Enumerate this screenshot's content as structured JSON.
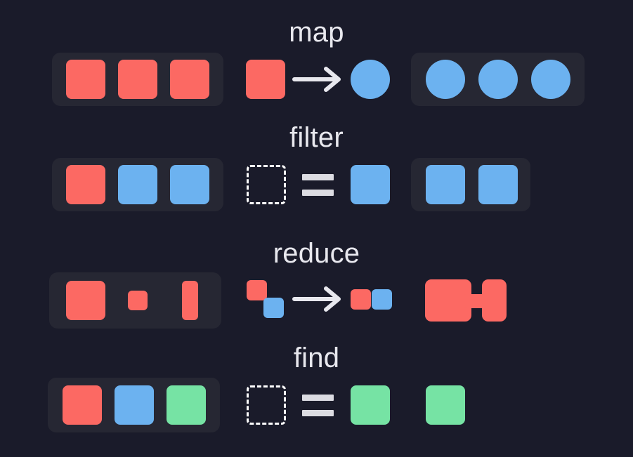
{
  "theme": {
    "background": "#1a1b2a",
    "panel": "#262733",
    "label_color": "#e8e8ee",
    "red": "#fc6963",
    "blue": "#6cb2f0",
    "green": "#76e3a4",
    "stroke": "#ffffff",
    "equals_color": "#dcdce2"
  },
  "diagram": {
    "title_present": false,
    "rows": [
      {
        "label": "map",
        "input": {
          "has_panel": true,
          "items": [
            {
              "shape": "square",
              "color": "#fc6963"
            },
            {
              "shape": "square",
              "color": "#fc6963"
            },
            {
              "shape": "square",
              "color": "#fc6963"
            }
          ]
        },
        "operation": {
          "type": "transform",
          "from": {
            "shape": "square",
            "color": "#fc6963"
          },
          "connector": "arrow-right",
          "to": {
            "shape": "circle",
            "color": "#6cb2f0"
          }
        },
        "output": {
          "has_panel": true,
          "items": [
            {
              "shape": "circle",
              "color": "#6cb2f0"
            },
            {
              "shape": "circle",
              "color": "#6cb2f0"
            },
            {
              "shape": "circle",
              "color": "#6cb2f0"
            }
          ]
        }
      },
      {
        "label": "filter",
        "input": {
          "has_panel": true,
          "items": [
            {
              "shape": "square",
              "color": "#fc6963"
            },
            {
              "shape": "square",
              "color": "#6cb2f0"
            },
            {
              "shape": "square",
              "color": "#6cb2f0"
            }
          ]
        },
        "operation": {
          "type": "predicate",
          "from": {
            "shape": "square-dashed",
            "color": "#ffffff"
          },
          "connector": "equals",
          "to": {
            "shape": "square",
            "color": "#6cb2f0"
          }
        },
        "output": {
          "has_panel": true,
          "items": [
            {
              "shape": "square",
              "color": "#6cb2f0"
            },
            {
              "shape": "square",
              "color": "#6cb2f0"
            }
          ]
        }
      },
      {
        "label": "reduce",
        "input": {
          "has_panel": true,
          "items": [
            {
              "shape": "square-large",
              "color": "#fc6963"
            },
            {
              "shape": "square-small",
              "color": "#fc6963"
            },
            {
              "shape": "rect-tall",
              "color": "#fc6963"
            }
          ]
        },
        "operation": {
          "type": "combine",
          "from": [
            {
              "shape": "square-small",
              "color": "#fc6963"
            },
            {
              "shape": "square-small",
              "color": "#6cb2f0"
            }
          ],
          "connector": "arrow-right",
          "to": [
            {
              "shape": "square-small",
              "color": "#fc6963"
            },
            {
              "shape": "square-small",
              "color": "#6cb2f0"
            }
          ]
        },
        "output": {
          "has_panel": false,
          "items": [
            {
              "shape": "merged-block",
              "color": "#fc6963"
            }
          ]
        }
      },
      {
        "label": "find",
        "input": {
          "has_panel": true,
          "items": [
            {
              "shape": "square",
              "color": "#fc6963"
            },
            {
              "shape": "square",
              "color": "#6cb2f0"
            },
            {
              "shape": "square",
              "color": "#76e3a4"
            }
          ]
        },
        "operation": {
          "type": "predicate",
          "from": {
            "shape": "square-dashed",
            "color": "#ffffff"
          },
          "connector": "equals",
          "to": {
            "shape": "square",
            "color": "#76e3a4"
          }
        },
        "output": {
          "has_panel": false,
          "items": [
            {
              "shape": "square",
              "color": "#76e3a4"
            }
          ]
        }
      }
    ]
  }
}
